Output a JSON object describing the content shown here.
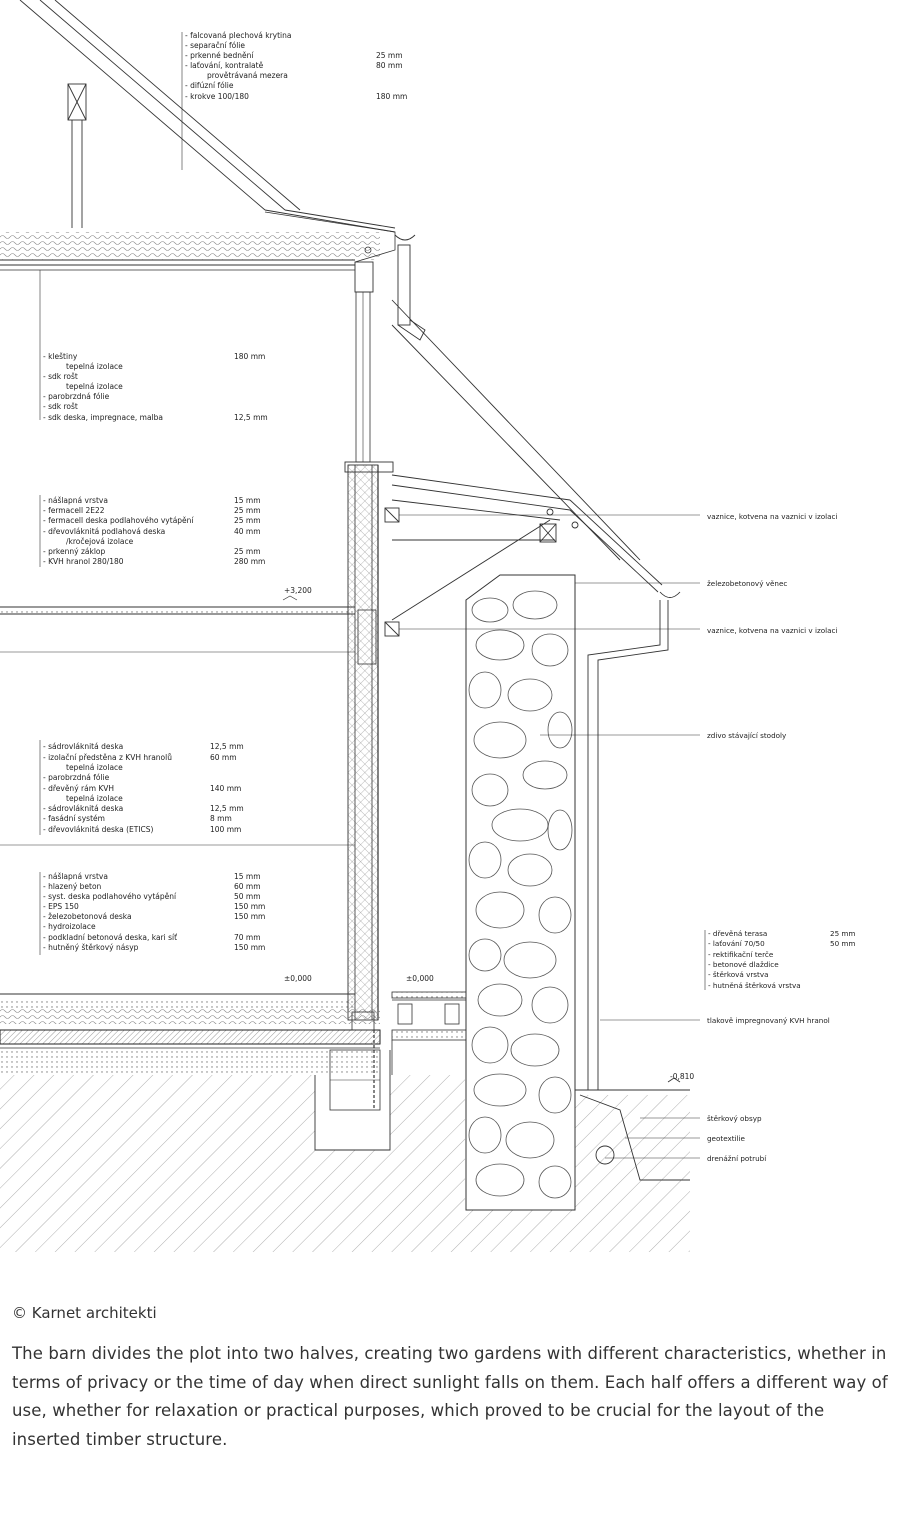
{
  "drawing": {
    "roof_labels": [
      {
        "text": "- falcovaná plechová krytina",
        "value": ""
      },
      {
        "text": "- separační fólie",
        "value": ""
      },
      {
        "text": "- prkenné bednění",
        "value": "25 mm"
      },
      {
        "text": "- laťování, kontralatě",
        "value": "80 mm"
      },
      {
        "text": "provětrávaná mezera",
        "value": "",
        "indent": true
      },
      {
        "text": "- difúzní fólie",
        "value": ""
      },
      {
        "text": "- krokve 100/180",
        "value": "180 mm"
      }
    ],
    "ceiling_labels": [
      {
        "text": "- kleštiny",
        "value": "180 mm"
      },
      {
        "text": "tepelná izolace",
        "value": "",
        "indent": true
      },
      {
        "text": "- sdk rošt",
        "value": ""
      },
      {
        "text": "tepelná izolace",
        "value": "",
        "indent": true
      },
      {
        "text": "- parobrzdná fólie",
        "value": ""
      },
      {
        "text": "- sdk rošt",
        "value": ""
      },
      {
        "text": "- sdk deska, impregnace, malba",
        "value": "12,5 mm"
      }
    ],
    "floor_labels": [
      {
        "text": "- nášlapná vrstva",
        "value": "15 mm"
      },
      {
        "text": "- fermacell 2E22",
        "value": "25 mm"
      },
      {
        "text": "- fermacell deska podlahového vytápění",
        "value": "25 mm"
      },
      {
        "text": "- dřevovláknitá podlahová deska",
        "value": "40 mm"
      },
      {
        "text": "/kročejová izolace",
        "value": "",
        "indent": true
      },
      {
        "text": "- prkenný záklop",
        "value": "25 mm"
      },
      {
        "text": "- KVH hranol 280/180",
        "value": "280 mm"
      }
    ],
    "wall_labels": [
      {
        "text": "- sádrovláknitá deska",
        "value": "12,5 mm"
      },
      {
        "text": "- izolační předstěna z KVH hranolů",
        "value": "60 mm"
      },
      {
        "text": "tepelná izolace",
        "value": "",
        "indent": true
      },
      {
        "text": "- parobrzdná fólie",
        "value": ""
      },
      {
        "text": "- dřevěný rám KVH",
        "value": "140 mm"
      },
      {
        "text": "tepelná izolace",
        "value": "",
        "indent": true
      },
      {
        "text": "- sádrovláknitá deska",
        "value": "12,5 mm"
      },
      {
        "text": "- fasádní systém",
        "value": "8 mm"
      },
      {
        "text": "- dřevovláknitá deska (ETICS)",
        "value": "100 mm"
      }
    ],
    "ground_labels": [
      {
        "text": "- nášlapná vrstva",
        "value": "15 mm"
      },
      {
        "text": "- hlazený beton",
        "value": "60 mm"
      },
      {
        "text": "- syst. deska podlahového vytápění",
        "value": "50 mm"
      },
      {
        "text": "- EPS 150",
        "value": "150 mm"
      },
      {
        "text": "- železobetonová deska",
        "value": "150 mm"
      },
      {
        "text": "- hydroizolace",
        "value": ""
      },
      {
        "text": "- podkladní betonová deska, kari síť",
        "value": "70 mm"
      },
      {
        "text": "- hutněný štěrkový násyp",
        "value": "150 mm"
      }
    ],
    "terrace_labels": [
      {
        "text": "- dřevěná terasa",
        "value": "25 mm"
      },
      {
        "text": "- laťování 70/50",
        "value": "50 mm"
      },
      {
        "text": "- rektifikační terče",
        "value": ""
      },
      {
        "text": "- betonové dlaždice",
        "value": ""
      },
      {
        "text": "- štěrková vrstva",
        "value": ""
      },
      {
        "text": "- hutněná štěrková vrstva",
        "value": ""
      }
    ],
    "right_labels": {
      "purlin_upper": "vaznice, kotvena na vaznici v izolaci",
      "ring_beam": "železobetonový věnec",
      "purlin_lower": "vaznice, kotvena na vaznici v izolaci",
      "barn_wall": "zdivo stávající stodoly",
      "beam": "tlakově impregnovaný KVH hranol",
      "gravel": "štěrkový obsyp",
      "geotextile": "geotextilie",
      "drain": "drenážní potrubí"
    },
    "levels": {
      "upper": "+3,200",
      "ground_in": "±0,000",
      "ground_terrace": "±0,000",
      "terrain": "-0,810"
    }
  },
  "caption": "© Karnet architekti",
  "paragraph": "The barn divides the plot into two halves, creating two gardens with different characteristics, whether in terms of privacy or the time of day when direct sunlight falls on them. Each half offers a different way of use, whether for relaxation or practical purposes, which proved to be crucial for the layout of the inserted timber structure."
}
